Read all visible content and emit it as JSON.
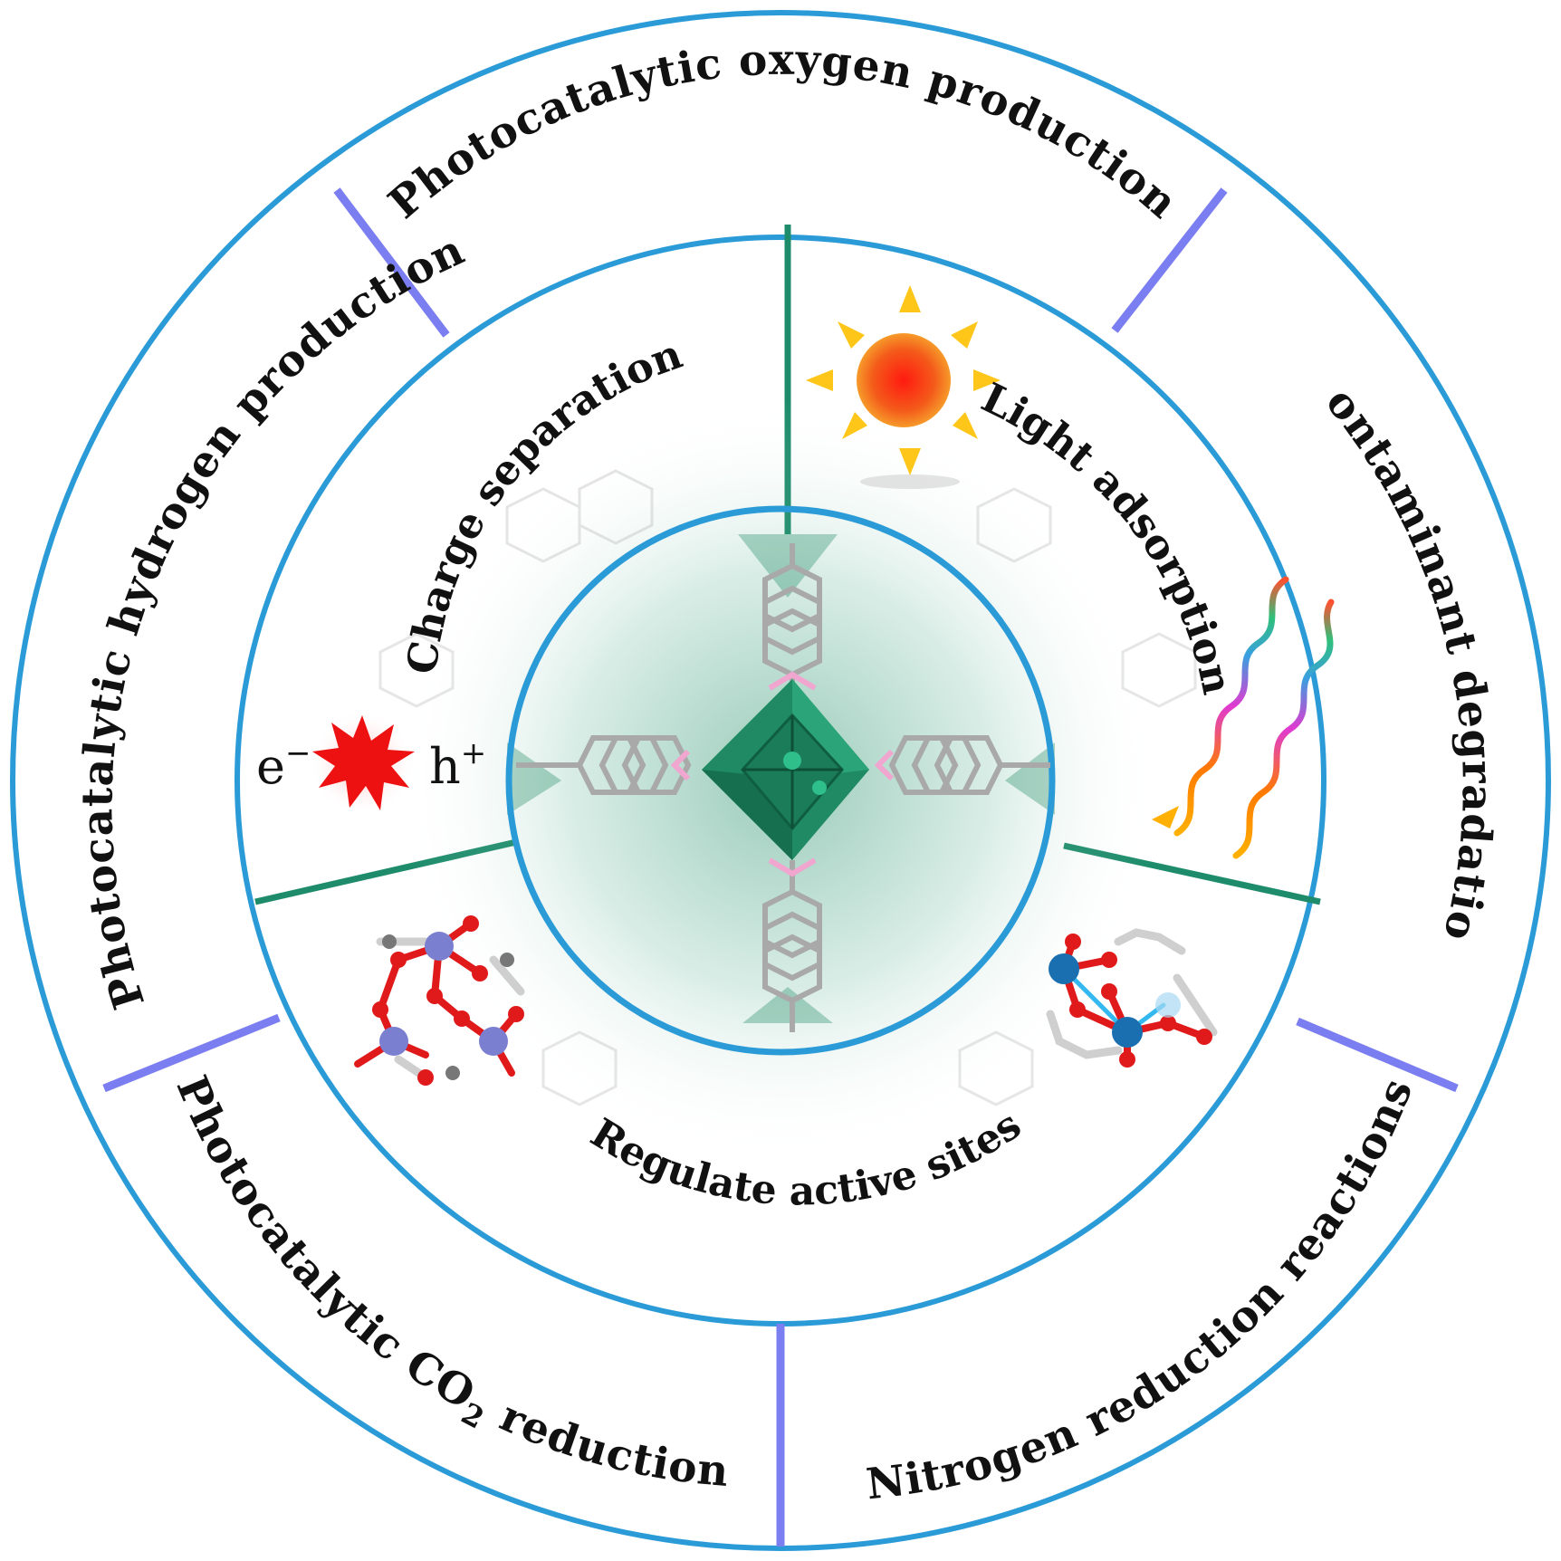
{
  "outer_ring": {
    "top": "Photocatalytic  oxygen  production",
    "left": "Photocatalytic  hydrogen  production",
    "right": "Contaminant  degradation",
    "bottom_left_prefix": "Photocatalytic  CO",
    "bottom_left_subscript": "2",
    "bottom_left_suffix": "  reduction",
    "bottom_right": "Nitrogen  reduction  reactions"
  },
  "middle_ring": {
    "charge_separation": "Charge  separation",
    "light_adsorption": "Light  adsorption",
    "regulate_active_sites": "Regulate  active  sites"
  },
  "charge_carriers": {
    "electron": "e",
    "electron_superscript": "−",
    "hole": "h",
    "hole_superscript": "+"
  },
  "colors": {
    "ring_blue": "#2b9bd8",
    "outer_divider": "#7b7ef0",
    "inner_divider": "#1e8c6b",
    "cluster_green": "#1f8a64",
    "sun_core": "#f23a1a",
    "sun_ray": "#ffc61a",
    "burst_red": "#ee1111",
    "oxygen_red": "#e01a1a",
    "metal_purple": "#7b7fd0",
    "metal_blue": "#1a6fb0"
  },
  "icons": [
    "sun-icon",
    "light-wave-icon",
    "charge-burst-icon",
    "mof-node-icon",
    "cobalt-cluster-icon",
    "mof-framework-center"
  ]
}
